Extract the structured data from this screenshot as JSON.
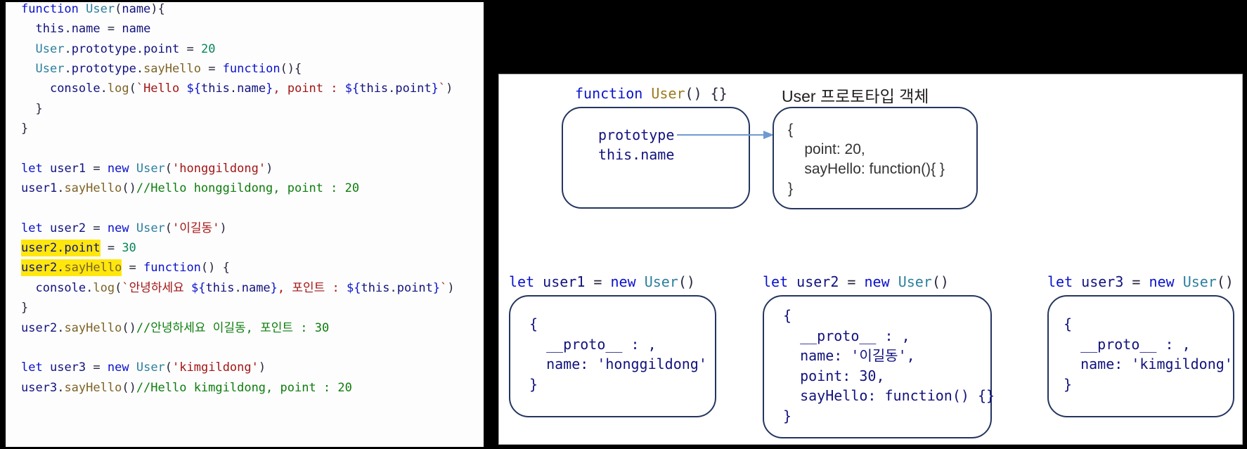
{
  "colors": {
    "kw": "#0a12cc",
    "ty": "#2b7f9e",
    "fn": "#7d6426",
    "gd": "#9c7a1e",
    "vr": "#12127e",
    "nu": "#098658",
    "st": "#a31515",
    "cm": "#0d7d0d",
    "pl": "#26263e",
    "hl": "#ffe70e",
    "bx": "#24365f",
    "arrow": "#6f9ad0"
  },
  "editor": {
    "lines": [
      {
        "tokens": [
          [
            "kw",
            "function"
          ],
          [
            "pl",
            " "
          ],
          [
            "ty",
            "User"
          ],
          [
            "pl",
            "("
          ],
          [
            "vr",
            "name"
          ],
          [
            "pl",
            "){"
          ]
        ]
      },
      {
        "tokens": [
          [
            "pl",
            "  "
          ],
          [
            "vr",
            "this"
          ],
          [
            "pl",
            "."
          ],
          [
            "vr",
            "name"
          ],
          [
            "pl",
            " = "
          ],
          [
            "vr",
            "name"
          ]
        ]
      },
      {
        "tokens": [
          [
            "pl",
            "  "
          ],
          [
            "ty",
            "User"
          ],
          [
            "pl",
            "."
          ],
          [
            "vr",
            "prototype"
          ],
          [
            "pl",
            "."
          ],
          [
            "vr",
            "point"
          ],
          [
            "pl",
            " = "
          ],
          [
            "nu",
            "20"
          ]
        ]
      },
      {
        "tokens": [
          [
            "pl",
            "  "
          ],
          [
            "ty",
            "User"
          ],
          [
            "pl",
            "."
          ],
          [
            "vr",
            "prototype"
          ],
          [
            "pl",
            "."
          ],
          [
            "fn",
            "sayHello"
          ],
          [
            "pl",
            " = "
          ],
          [
            "kw",
            "function"
          ],
          [
            "pl",
            "(){"
          ]
        ]
      },
      {
        "tokens": [
          [
            "pl",
            "    "
          ],
          [
            "vr",
            "console"
          ],
          [
            "pl",
            "."
          ],
          [
            "fn",
            "log"
          ],
          [
            "pl",
            "("
          ],
          [
            "st",
            "`Hello "
          ],
          [
            "kw",
            "${"
          ],
          [
            "vr",
            "this"
          ],
          [
            "pl",
            "."
          ],
          [
            "vr",
            "name"
          ],
          [
            "kw",
            "}"
          ],
          [
            "st",
            ", point : "
          ],
          [
            "kw",
            "${"
          ],
          [
            "vr",
            "this"
          ],
          [
            "pl",
            "."
          ],
          [
            "vr",
            "point"
          ],
          [
            "kw",
            "}"
          ],
          [
            "st",
            "`"
          ],
          [
            "pl",
            ")"
          ]
        ]
      },
      {
        "tokens": [
          [
            "pl",
            "  }"
          ]
        ]
      },
      {
        "tokens": [
          [
            "pl",
            "}"
          ]
        ]
      },
      {
        "tokens": []
      },
      {
        "tokens": [
          [
            "kw",
            "let"
          ],
          [
            "pl",
            " "
          ],
          [
            "vr",
            "user1"
          ],
          [
            "pl",
            " = "
          ],
          [
            "kw",
            "new"
          ],
          [
            "pl",
            " "
          ],
          [
            "ty",
            "User"
          ],
          [
            "pl",
            "("
          ],
          [
            "st",
            "'honggildong'"
          ],
          [
            "pl",
            ")"
          ]
        ]
      },
      {
        "tokens": [
          [
            "vr",
            "user1"
          ],
          [
            "pl",
            "."
          ],
          [
            "fn",
            "sayHello"
          ],
          [
            "pl",
            "()"
          ],
          [
            "cm",
            "//Hello honggildong, point : 20"
          ]
        ]
      },
      {
        "tokens": []
      },
      {
        "tokens": [
          [
            "kw",
            "let"
          ],
          [
            "pl",
            " "
          ],
          [
            "vr",
            "user2"
          ],
          [
            "pl",
            " = "
          ],
          [
            "kw",
            "new"
          ],
          [
            "pl",
            " "
          ],
          [
            "ty",
            "User"
          ],
          [
            "pl",
            "("
          ],
          [
            "st",
            "'이길동'"
          ],
          [
            "pl",
            ")"
          ]
        ]
      },
      {
        "tokens": [
          [
            "vr",
            "user2.point",
            "h"
          ],
          [
            "pl",
            " = "
          ],
          [
            "nu",
            "30"
          ]
        ]
      },
      {
        "tokens": [
          [
            "vr",
            "user2.",
            "h"
          ],
          [
            "fn",
            "sayHello",
            "h"
          ],
          [
            "pl",
            " = "
          ],
          [
            "kw",
            "function"
          ],
          [
            "pl",
            "() {"
          ]
        ]
      },
      {
        "tokens": [
          [
            "pl",
            "  "
          ],
          [
            "vr",
            "console"
          ],
          [
            "pl",
            "."
          ],
          [
            "fn",
            "log"
          ],
          [
            "pl",
            "("
          ],
          [
            "st",
            "`안녕하세요 "
          ],
          [
            "kw",
            "${"
          ],
          [
            "vr",
            "this"
          ],
          [
            "pl",
            "."
          ],
          [
            "vr",
            "name"
          ],
          [
            "kw",
            "}"
          ],
          [
            "st",
            ", 포인트 : "
          ],
          [
            "kw",
            "${"
          ],
          [
            "vr",
            "this"
          ],
          [
            "pl",
            "."
          ],
          [
            "vr",
            "point"
          ],
          [
            "kw",
            "}"
          ],
          [
            "st",
            "`"
          ],
          [
            "pl",
            ")"
          ]
        ]
      },
      {
        "tokens": [
          [
            "pl",
            "}"
          ]
        ]
      },
      {
        "tokens": [
          [
            "vr",
            "user2"
          ],
          [
            "pl",
            "."
          ],
          [
            "fn",
            "sayHello"
          ],
          [
            "pl",
            "()"
          ],
          [
            "cm",
            "//안녕하세요 이길동, 포인트 : 30"
          ]
        ]
      },
      {
        "tokens": []
      },
      {
        "tokens": [
          [
            "kw",
            "let"
          ],
          [
            "pl",
            " "
          ],
          [
            "vr",
            "user3"
          ],
          [
            "pl",
            " = "
          ],
          [
            "kw",
            "new"
          ],
          [
            "pl",
            " "
          ],
          [
            "ty",
            "User"
          ],
          [
            "pl",
            "("
          ],
          [
            "st",
            "'kimgildong'"
          ],
          [
            "pl",
            ")"
          ]
        ]
      },
      {
        "tokens": [
          [
            "vr",
            "user3"
          ],
          [
            "pl",
            "."
          ],
          [
            "fn",
            "sayHello"
          ],
          [
            "pl",
            "()"
          ],
          [
            "cm",
            "//Hello kimgildong, point : 20"
          ]
        ]
      }
    ]
  },
  "diagram": {
    "function_title": [
      [
        "kw",
        "function"
      ],
      [
        "pl",
        " "
      ],
      [
        "gd",
        "User"
      ],
      [
        "pl",
        "() {}"
      ]
    ],
    "function_box_lines": [
      "prototype",
      "this.name"
    ],
    "proto_title": "User 프로토타입 객체",
    "proto_box_lines": [
      "{",
      "    point: 20,",
      "    sayHello: function(){ }",
      "}"
    ],
    "instances": [
      {
        "title": [
          [
            "kw",
            "let"
          ],
          [
            "pl",
            " "
          ],
          [
            "vr",
            "user1"
          ],
          [
            "pl",
            " = "
          ],
          [
            "kw",
            "new"
          ],
          [
            "pl",
            " "
          ],
          [
            "ty",
            "User"
          ],
          [
            "pl",
            "()"
          ]
        ],
        "box_lines": [
          "{",
          "  __proto__ : ,",
          "  name: 'honggildong'",
          "}"
        ]
      },
      {
        "title": [
          [
            "kw",
            "let"
          ],
          [
            "pl",
            " "
          ],
          [
            "vr",
            "user2"
          ],
          [
            "pl",
            " = "
          ],
          [
            "kw",
            "new"
          ],
          [
            "pl",
            " "
          ],
          [
            "ty",
            "User"
          ],
          [
            "pl",
            "()"
          ]
        ],
        "box_lines": [
          "{",
          "  __proto__ : ,",
          "  name: '이길동',",
          "  point: 30,",
          "  sayHello: function() {}",
          "}"
        ]
      },
      {
        "title": [
          [
            "kw",
            "let"
          ],
          [
            "pl",
            " "
          ],
          [
            "vr",
            "user3"
          ],
          [
            "pl",
            " = "
          ],
          [
            "kw",
            "new"
          ],
          [
            "pl",
            " "
          ],
          [
            "ty",
            "User"
          ],
          [
            "pl",
            "()"
          ]
        ],
        "box_lines": [
          "{",
          "  __proto__ : ,",
          "  name: 'kimgildong'",
          "}"
        ]
      }
    ]
  }
}
